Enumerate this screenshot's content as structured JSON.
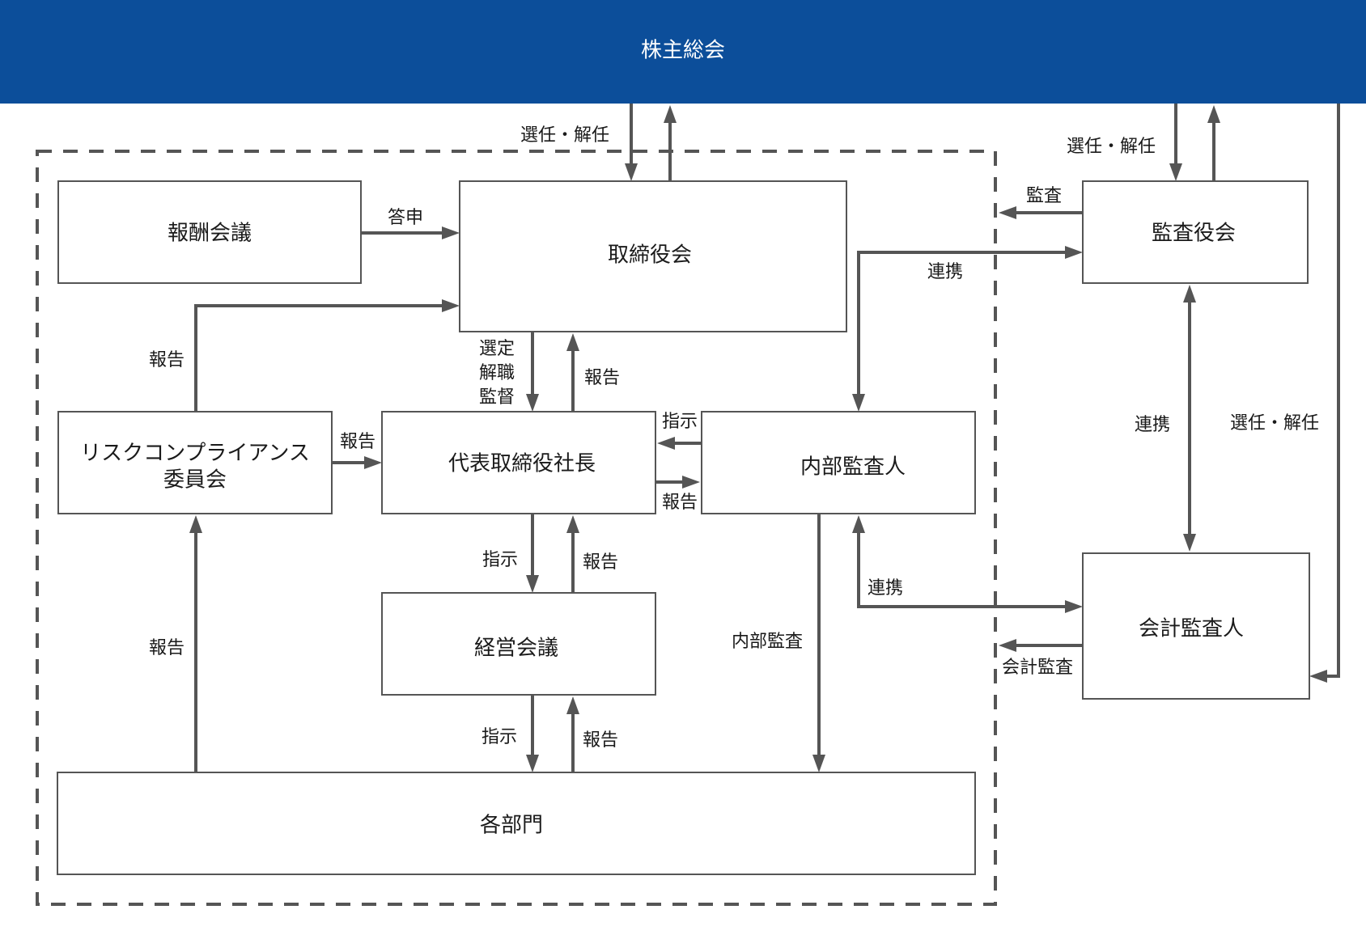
{
  "header": {
    "title": "株主総会",
    "color": "#0c4e9a"
  },
  "nodes": {
    "remuneration": "報酬会議",
    "board": "取締役会",
    "risk_line1": "リスクコンプライアンス",
    "risk_line2": "委員会",
    "president": "代表取締役社長",
    "internal_auditor": "内部監査人",
    "management_meeting": "経営会議",
    "departments": "各部門",
    "audit_board": "監査役会",
    "accounting_auditor": "会計監査人"
  },
  "edge_labels": {
    "shareholders_board": "選任・解任",
    "shareholders_audit_board": "選任・解任",
    "shareholders_accounting": "選任・解任",
    "remuneration_board": "答申",
    "risk_board": "報告",
    "board_president_1": "選定",
    "board_president_2": "解職",
    "board_president_3": "監督",
    "president_board": "報告",
    "risk_president": "報告",
    "internal_president": "指示",
    "president_internal": "報告",
    "president_mgmt": "指示",
    "mgmt_president": "報告",
    "mgmt_departments": "指示",
    "departments_mgmt": "報告",
    "departments_risk": "報告",
    "internal_departments": "内部監査",
    "audit_board_audit": "監査",
    "board_audit_collab": "連携",
    "internal_accounting_collab": "連携",
    "accounting_audit": "会計監査",
    "audit_accounting_collab": "連携"
  },
  "colors": {
    "line": "#555555",
    "header": "#0c4e9a"
  }
}
